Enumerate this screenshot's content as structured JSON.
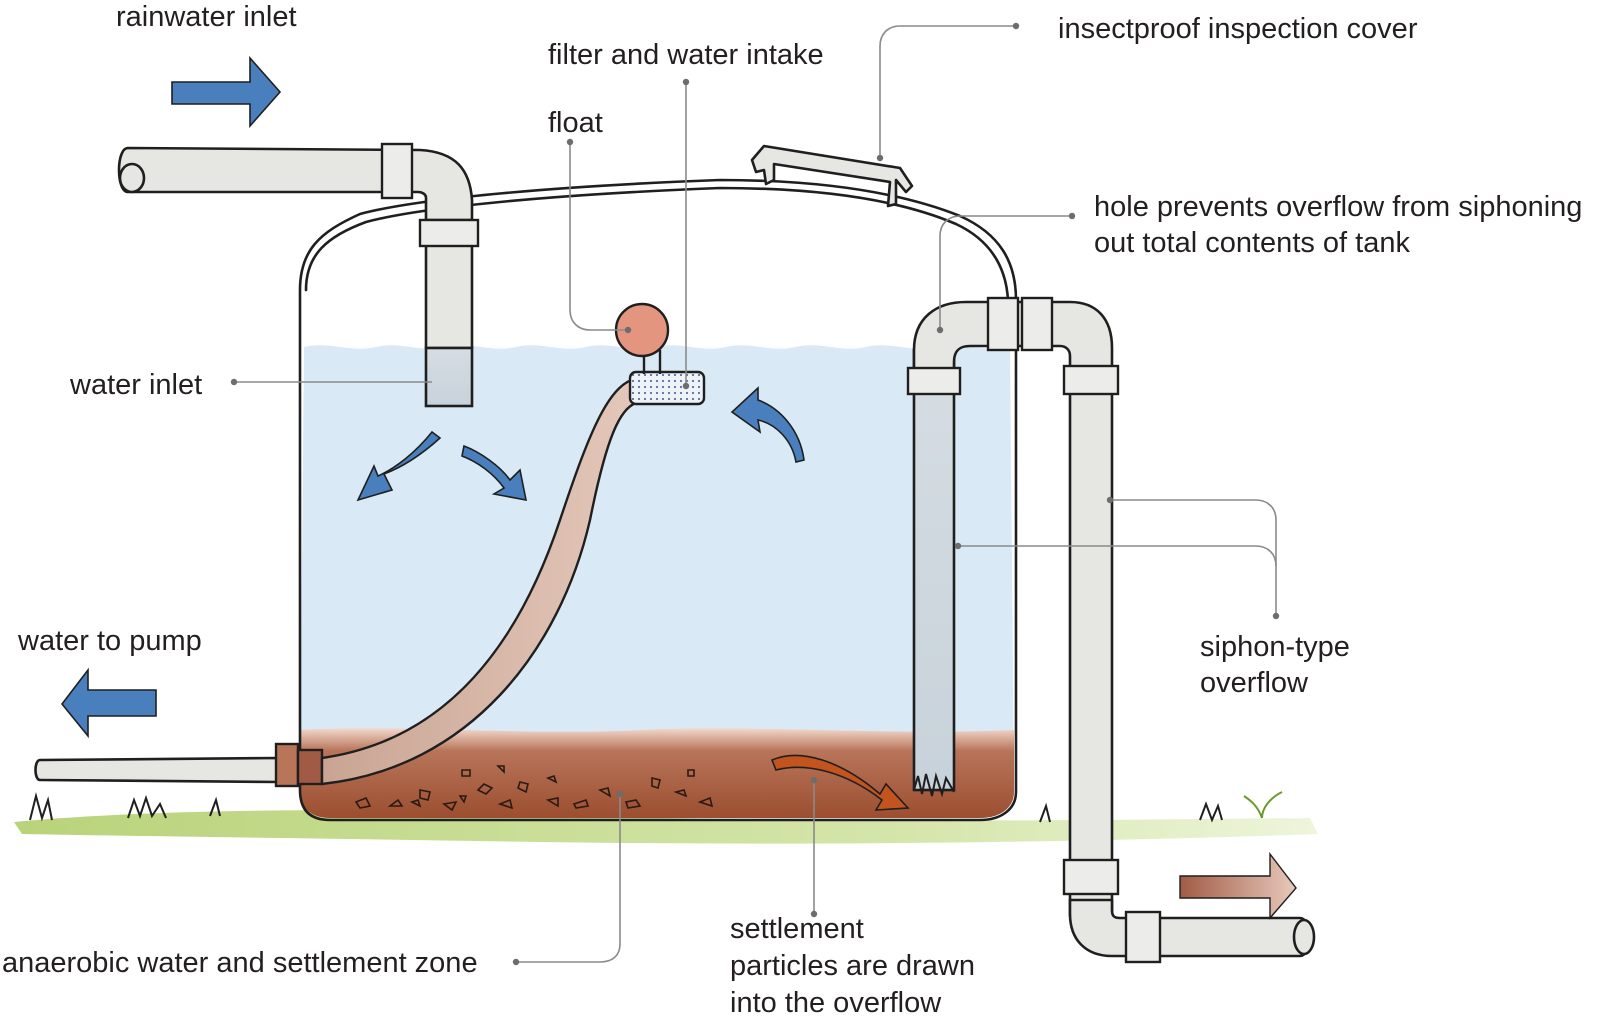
{
  "labels": {
    "rainwater_inlet": "rainwater inlet",
    "filter_and_water_intake": "filter and water intake",
    "float": "float",
    "insectproof_cover": "insectproof inspection cover",
    "hole_line1": "hole prevents overflow from siphoning",
    "hole_line2": "out total contents of tank",
    "water_inlet": "water inlet",
    "water_to_pump": "water to pump",
    "siphon_line1": "siphon-type",
    "siphon_line2": "overflow",
    "settlement_line1": "settlement",
    "settlement_line2": "particles are drawn",
    "settlement_line3": "into the overflow",
    "anaerobic_zone": "anaerobic water and settlement zone"
  },
  "colors": {
    "water": "#d9e9f6",
    "sludge": "#a85a3c",
    "flow_arrow": "#4a7fbe",
    "sediment_arrow": "#c4541e",
    "float": "#e49580",
    "ground": "#c6dc8e",
    "pipe": "#e6e6e3"
  }
}
